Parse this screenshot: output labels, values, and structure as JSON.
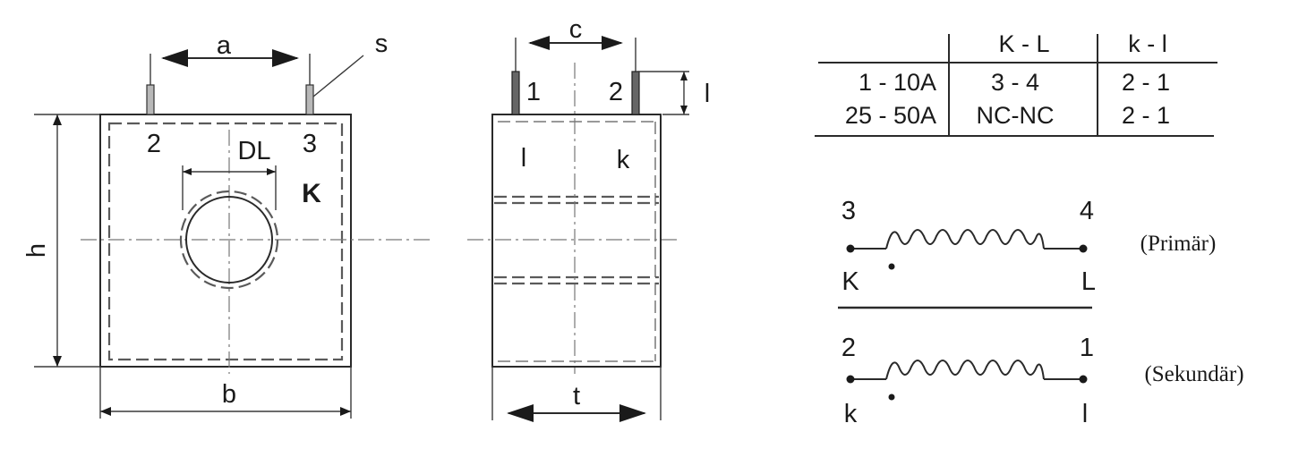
{
  "front_view": {
    "dim_a": "a",
    "dim_b": "b",
    "dim_h": "h",
    "dim_s": "s",
    "dim_dl": "DL",
    "terminal_left": "2",
    "terminal_right": "3",
    "marker": "K"
  },
  "side_view": {
    "dim_c": "c",
    "dim_t": "t",
    "dim_l": "l",
    "pin_left": "1",
    "pin_right": "2",
    "side_left": "l",
    "side_right": "k"
  },
  "table": {
    "headers": [
      "",
      "K - L",
      "k - l"
    ],
    "rows": [
      [
        "1 - 10A",
        "3 - 4",
        "2 - 1"
      ],
      [
        "25 - 50A",
        "NC-NC",
        "2 - 1"
      ]
    ]
  },
  "schematic": {
    "primary": {
      "left_num": "3",
      "right_num": "4",
      "left_letter": "K",
      "right_letter": "L",
      "caption": "(Primär)"
    },
    "secondary": {
      "left_num": "2",
      "right_num": "1",
      "left_letter": "k",
      "right_letter": "l",
      "caption": "(Sekundär)"
    }
  }
}
